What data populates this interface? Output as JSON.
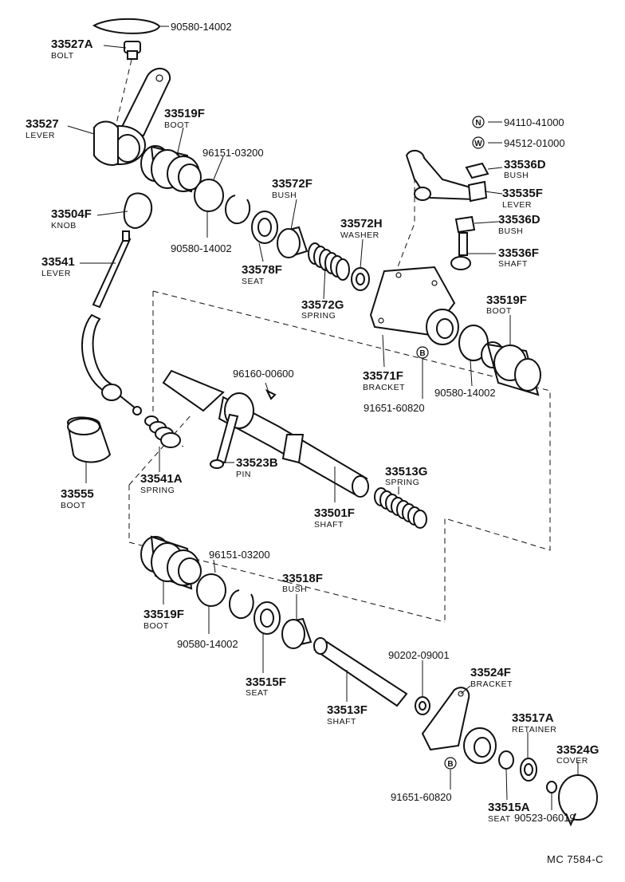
{
  "diagram_code": "MC  7584-C",
  "symbols": {
    "n": "N",
    "w": "W",
    "b": "B"
  },
  "labels": {
    "p90580_top": {
      "number": "90580-14002"
    },
    "p33527A": {
      "number": "33527A",
      "desc": "BOLT"
    },
    "p33527": {
      "number": "33527",
      "desc": "LEVER"
    },
    "p33519F_top": {
      "number": "33519F",
      "desc": "BOOT"
    },
    "p96151_top": {
      "number": "96151-03200"
    },
    "p33572F": {
      "number": "33572F",
      "desc": "BUSH"
    },
    "p33572H": {
      "number": "33572H",
      "desc": "WASHER"
    },
    "p33504F": {
      "number": "33504F",
      "desc": "KNOB"
    },
    "p90580_mid": {
      "number": "90580-14002"
    },
    "p33578F": {
      "number": "33578F",
      "desc": "SEAT"
    },
    "p33541": {
      "number": "33541",
      "desc": "LEVER"
    },
    "p33572G": {
      "number": "33572G",
      "desc": "SPRING"
    },
    "p94110": {
      "number": "94110-41000"
    },
    "p94512": {
      "number": "94512-01000"
    },
    "p33536D_top": {
      "number": "33536D",
      "desc": "BUSH"
    },
    "p33535F": {
      "number": "33535F",
      "desc": "LEVER"
    },
    "p33536D_mid": {
      "number": "33536D",
      "desc": "BUSH"
    },
    "p33536F": {
      "number": "33536F",
      "desc": "SHAFT"
    },
    "p33519F_right": {
      "number": "33519F",
      "desc": "BOOT"
    },
    "p33571F": {
      "number": "33571F",
      "desc": "BRACKET"
    },
    "p90580_right": {
      "number": "90580-14002"
    },
    "p91651_top": {
      "number": "91651-60820"
    },
    "p96160": {
      "number": "96160-00600"
    },
    "p33523B": {
      "number": "33523B",
      "desc": "PIN"
    },
    "p33555": {
      "number": "33555",
      "desc": "BOOT"
    },
    "p33541A": {
      "number": "33541A",
      "desc": "SPRING"
    },
    "p33513G": {
      "number": "33513G",
      "desc": "SPRING"
    },
    "p33501F": {
      "number": "33501F",
      "desc": "SHAFT"
    },
    "p96151_bot": {
      "number": "96151-03200"
    },
    "p33518F": {
      "number": "33518F",
      "desc": "BUSH"
    },
    "p33519F_bot": {
      "number": "33519F",
      "desc": "BOOT"
    },
    "p90580_bot": {
      "number": "90580-14002"
    },
    "p33515F": {
      "number": "33515F",
      "desc": "SEAT"
    },
    "p90202": {
      "number": "90202-09001"
    },
    "p33524F": {
      "number": "33524F",
      "desc": "BRACKET"
    },
    "p33513F": {
      "number": "33513F",
      "desc": "SHAFT"
    },
    "p33517A": {
      "number": "33517A",
      "desc": "RETAINER"
    },
    "p33524G": {
      "number": "33524G",
      "desc": "COVER"
    },
    "p91651_bot": {
      "number": "91651-60820"
    },
    "p33515A": {
      "number": "33515A",
      "desc": "SEAT"
    },
    "p90523": {
      "number": "90523-06019"
    }
  }
}
